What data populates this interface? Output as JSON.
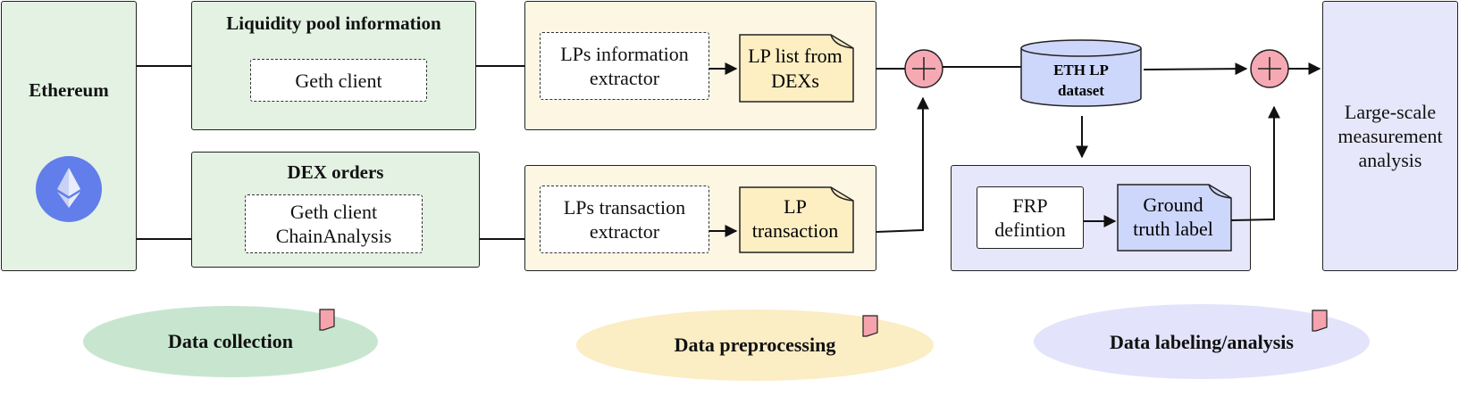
{
  "ethereum": {
    "title": "Ethereum"
  },
  "liquidity_pool": {
    "title": "Liquidity pool information",
    "client": "Geth client"
  },
  "dex_orders": {
    "title": "DEX orders",
    "clients": [
      "Geth client",
      "ChainAnalysis"
    ]
  },
  "preprocess_top": {
    "extractor": [
      "LPs information",
      "extractor"
    ],
    "doc": [
      "LP list from",
      "DEXs"
    ]
  },
  "preprocess_bottom": {
    "extractor": [
      "LPs transaction",
      "extractor"
    ],
    "doc": [
      "LP",
      "transaction"
    ]
  },
  "dataset": {
    "label": [
      "ETH LP",
      "dataset"
    ]
  },
  "labeling": {
    "definition": [
      "FRP",
      "defintion"
    ],
    "doc": [
      "Ground",
      "truth label"
    ]
  },
  "analysis": {
    "label": [
      "Large-scale",
      "measurement",
      "analysis"
    ]
  },
  "stages": [
    "Data collection",
    "Data preprocessing",
    "Data labeling/analysis"
  ],
  "colors": {
    "collection": "#e3f2e3",
    "collection_ellipse": "#c8e6cf",
    "preprocessing": "#fdf6e3",
    "preprocessing_ellipse": "#fbedc4",
    "labeling": "#e7e7fb",
    "labeling_ellipse": "#e3e3fb",
    "document": "#fdefc2",
    "dataset": "#cdd7fb",
    "combine": "#f7a9b3",
    "flag": "#f5a3ad",
    "ethereum_logo": "#627eea"
  },
  "icons": [
    "ethereum-logo-icon",
    "plus-circle-icon",
    "document-icon",
    "database-icon",
    "flag-icon"
  ]
}
